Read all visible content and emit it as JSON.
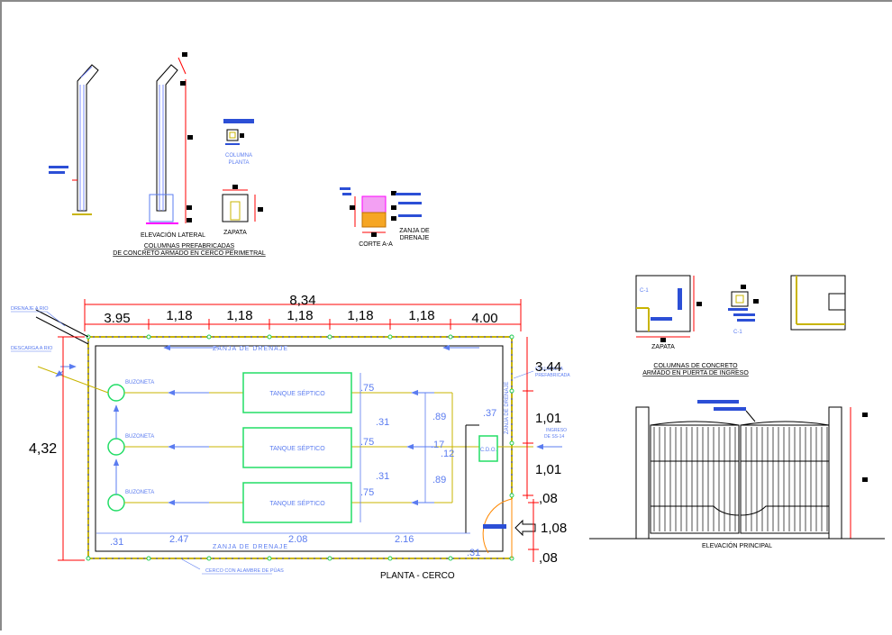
{
  "texts": {
    "elev_lateral": "ELEVACIÓN LATERAL",
    "zapata_top": "ZAPATA",
    "columna_planta_1": "COLUMNA",
    "columna_planta_2": "PLANTA",
    "col_pref_title_1": "COLUMNAS PREFABRICADAS",
    "col_pref_title_2": "DE CONCRETO ARMADO EN CERCO PERIMETRAL",
    "corte": "CORTE A-A",
    "zanja_drenaje_1": "ZANJA DE",
    "zanja_drenaje_2": "DRENAJE",
    "drenaje_rio": "DRENAJE A RIO",
    "descarga_rio": "DESCARGA A RIO",
    "zanja_top": "ZANJA  DE  DRENAJE",
    "zanja_bottom": "ZANJA  DE  DRENAJE",
    "zanja_right": "ZANJA  DE  DRENAJE",
    "buzoneta": "BUZONETA",
    "tanque": "TANQUE SÉPTICO",
    "cdo": "C.D.O.",
    "columneta_1": "COLUMNETA",
    "columneta_2": "PREFABRICADA",
    "ingreso_1": "INGRESO",
    "ingreso_2": "DE SS-14",
    "cerco_alambre": "CERCO CON ALAMBRE DE PÚAS",
    "planta_cerco": "PLANTA   - CERCO",
    "c1": "C-1",
    "zapata_right": "ZAPATA",
    "col_puerta_title_1": "COLUMNAS DE CONCRETO",
    "col_puerta_title_2": "ARMADO EN PUERTA DE INGRESO",
    "elev_principal": "ELEVACIÓN PRINCIPAL"
  },
  "dimensions": {
    "total_width": "8,34",
    "top_segments": [
      "3.95",
      "1,18",
      "1,18",
      "1,18",
      "1,18",
      "1,18",
      "4.00"
    ],
    "left_height": "4,32",
    "right_top": "3.44",
    "right_mid_1": "1,01",
    "right_mid_2": "1,01",
    "right_08_a": ",08",
    "right_108": "1,08",
    "right_08_b": ",08",
    "inner_75_a": ".75",
    "inner_31_a": ".31",
    "inner_75_b": ".75",
    "inner_31_b": ".31",
    "inner_75_c": ".75",
    "inner_89_a": ".89",
    "inner_89_b": ".89",
    "inner_37": ".37",
    "inner_17": ".17",
    "inner_12": ".12",
    "bottom_31_left": ".31",
    "bottom_247": "2.47",
    "bottom_208": "2.08",
    "bottom_216": "2.16",
    "bottom_31_right": ".31"
  },
  "colors": {
    "line": "#000000",
    "dim_red": "#ff0000",
    "blue_text": "#2c4fd6",
    "arrow_blue": "#5b7cf0",
    "pipe_yellow": "#c8b400",
    "tank_green": "#22dd66",
    "fence_dots": "#88ee55",
    "magenta": "#ff00ff",
    "orange_fill": "#f6a623"
  }
}
